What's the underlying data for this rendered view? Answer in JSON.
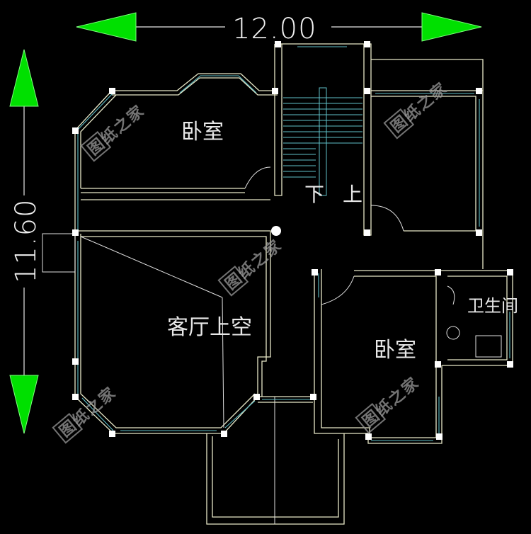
{
  "dimensions": {
    "width_label": "12.00",
    "height_label": "11.60"
  },
  "rooms": {
    "bedroom_top": "卧室",
    "bedroom_bottom": "卧室",
    "living_void": "客厅上空",
    "bathroom": "卫生间"
  },
  "stairs": {
    "down": "下",
    "up": "上"
  },
  "watermark": "图纸之家",
  "colors": {
    "background": "#000000",
    "arrow": "#00e000",
    "wall": "#e8e8c8",
    "window": "#5fc0c8"
  }
}
